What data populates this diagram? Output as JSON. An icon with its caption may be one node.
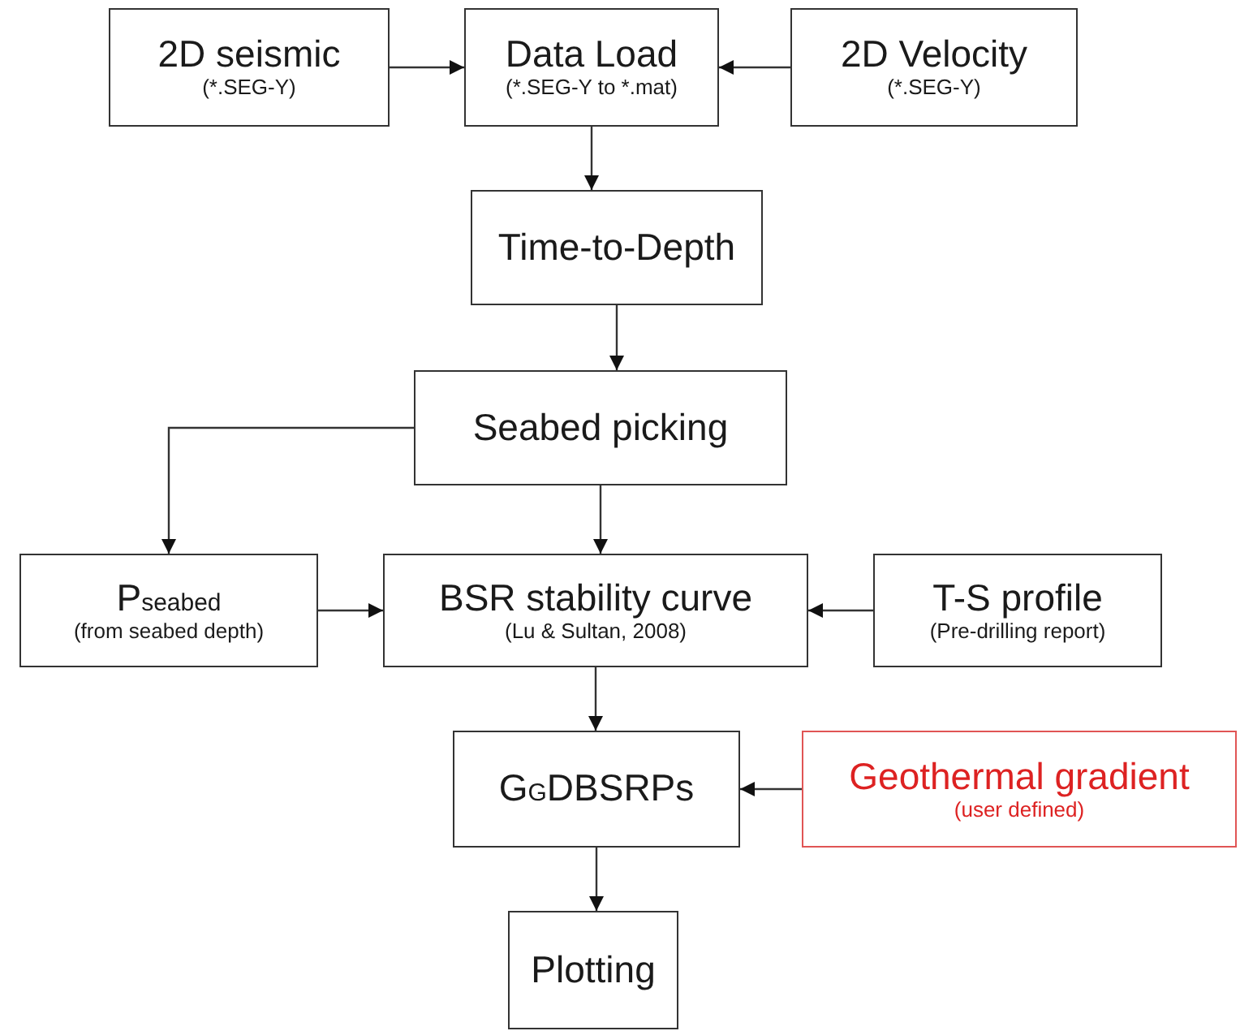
{
  "diagram": {
    "nodes": [
      {
        "text": [
          "2D seismic",
          "(*.SEG-Y)"
        ]
      },
      {
        "text": [
          "Data Load",
          "(*.SEG-Y to *.mat)"
        ]
      },
      {
        "text": [
          "2D Velocity",
          "(*.SEG-Y)"
        ]
      },
      {
        "text": [
          "Time-to-Depth"
        ]
      },
      {
        "text": [
          "Seabed picking"
        ]
      },
      {
        "text": [
          "P$_{seabed}$",
          "(from seabed depth)"
        ]
      },
      {
        "text": [
          "BSR stability curve",
          "(Lu & Sultan, 2008)"
        ]
      },
      {
        "text": [
          "T-S profile",
          "(Pre-drilling report)"
        ]
      },
      {
        "text": [
          "G$_{G}$DBSRPs"
        ]
      },
      {
        "text": [
          "Geothermal gradient",
          "(user defined)"
        ]
      },
      {
        "text": [
          "Plotting"
        ]
      }
    ],
    "edges": [
      {
        "from": 0,
        "to": 1,
        "arrow": "to"
      },
      {
        "from": 2,
        "to": 1,
        "arrow": "to"
      },
      {
        "from": 1,
        "to": 3,
        "arrow": "to"
      },
      {
        "from": 3,
        "to": 4,
        "arrow": "to"
      },
      {
        "from": 4,
        "to": 5,
        "arrow": "to"
      },
      {
        "from": 4,
        "to": 6,
        "arrow": "to"
      },
      {
        "from": 5,
        "to": 6,
        "arrow": "to"
      },
      {
        "from": 7,
        "to": 6,
        "arrow": "to"
      },
      {
        "from": 6,
        "to": 8,
        "arrow": "to"
      },
      {
        "from": 9,
        "to": 8,
        "arrow": "to"
      },
      {
        "from": 8,
        "to": 10,
        "arrow": "to"
      }
    ]
  }
}
